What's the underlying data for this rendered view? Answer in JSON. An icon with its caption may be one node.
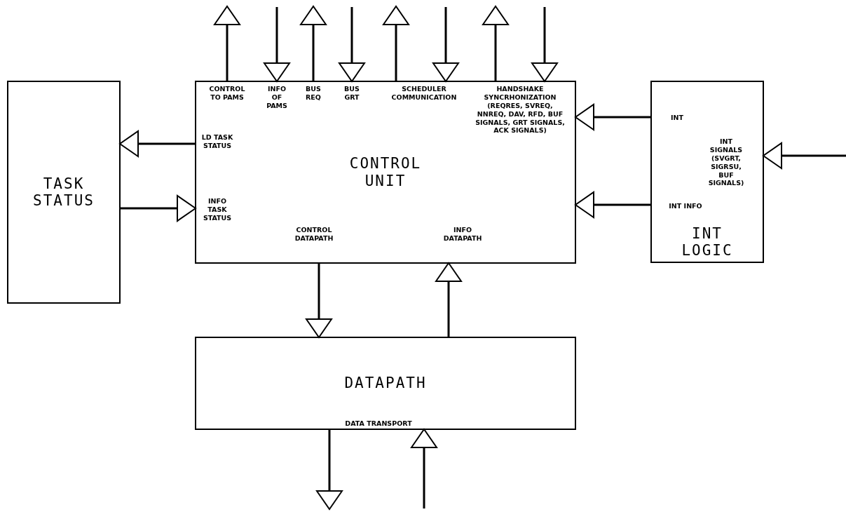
{
  "diagram": {
    "nodes": [
      {
        "text": [
          "TASK STATUS"
        ]
      },
      {
        "text": [
          "CONTROL UNIT"
        ]
      },
      {
        "text": [
          "INT LOGIC"
        ]
      },
      {
        "text": [
          "DATAPATH"
        ]
      }
    ],
    "edges": [
      {
        "from": 1,
        "to": null,
        "arrow": "to",
        "label": "CONTROL TO PAMS"
      },
      {
        "from": null,
        "to": 1,
        "arrow": "to",
        "label": "INFO OF PAMS"
      },
      {
        "from": 1,
        "to": null,
        "arrow": "to",
        "label": "BUS REQ"
      },
      {
        "from": null,
        "to": 1,
        "arrow": "to",
        "label": "BUS GRT"
      },
      {
        "from": 1,
        "to": null,
        "arrow": "to"
      },
      {
        "from": null,
        "to": 1,
        "arrow": "to"
      },
      {
        "from": 1,
        "to": null,
        "arrow": "to"
      },
      {
        "from": null,
        "to": 1,
        "arrow": "to"
      },
      {
        "from": 1,
        "to": 0,
        "arrow": "to",
        "label": "LD TASK STATUS"
      },
      {
        "from": 0,
        "to": 1,
        "arrow": "to",
        "label": "INFO TASK STATUS"
      },
      {
        "from": 2,
        "to": 1,
        "arrow": "to",
        "label": "INT"
      },
      {
        "from": 2,
        "to": 1,
        "arrow": "to",
        "label": "INT INFO"
      },
      {
        "from": null,
        "to": 2,
        "arrow": "to",
        "label": "INT SIGNALS (SVGRT, SIGRSU, BUF SIGNALS)"
      },
      {
        "from": 1,
        "to": 3,
        "arrow": "to",
        "label": "CONTROL DATAPATH"
      },
      {
        "from": 3,
        "to": 1,
        "arrow": "to",
        "label": "INFO DATAPATH"
      },
      {
        "from": 3,
        "to": null,
        "arrow": "to"
      },
      {
        "from": null,
        "to": 3,
        "arrow": "to"
      }
    ],
    "labels": [
      "SCHEDULER COMMUNICATION",
      "HANDSHAKE SYNCRHONIZATION (REQRES, SVREQ, NNREQ, DAV, RFD, BUF SIGNALS, GRT SIGNALS, ACK SIGNALS)",
      "DATA TRANSPORT"
    ]
  }
}
